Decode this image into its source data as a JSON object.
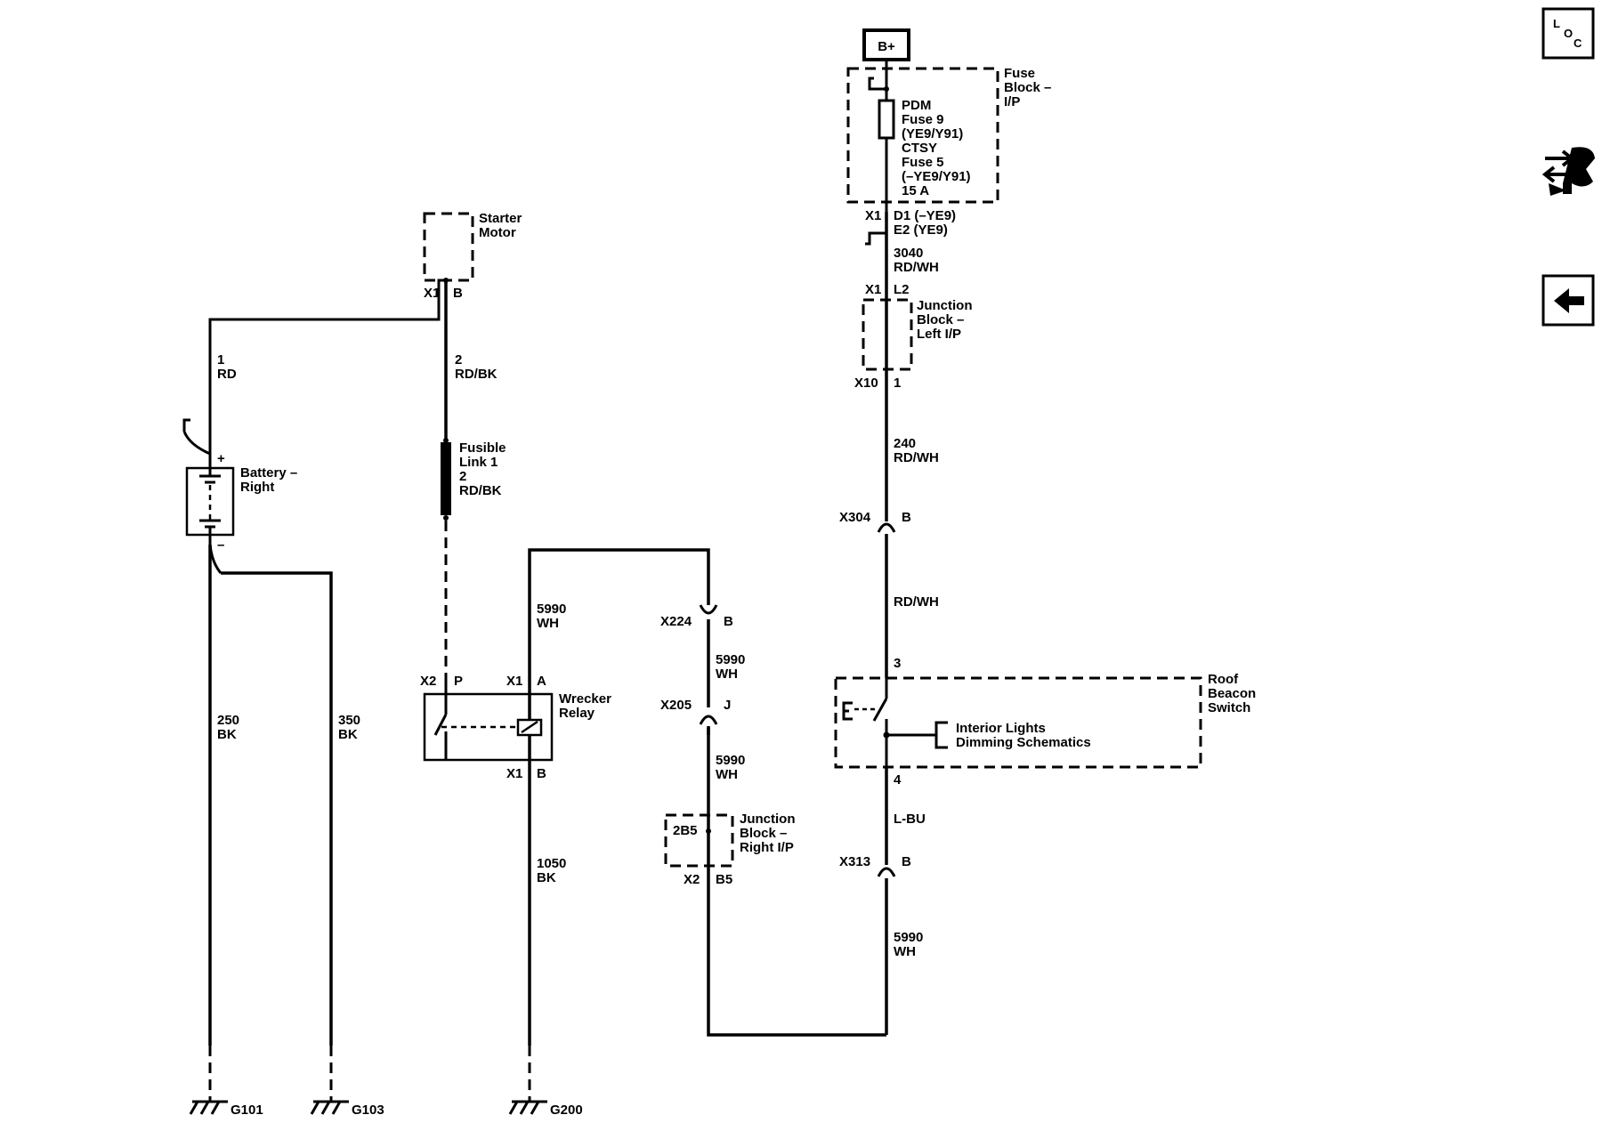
{
  "power_source": {
    "label": "B+"
  },
  "fuse_block": {
    "name": "Fuse Block – I/P",
    "name_lines": [
      "Fuse",
      "Block –",
      "I/P"
    ],
    "fuse_lines": [
      "PDM",
      "Fuse 9",
      "(YE9/Y91)",
      "CTSY",
      "Fuse 5",
      "(–YE9/Y91)",
      "15 A"
    ],
    "connector": "X1",
    "pins": [
      "D1 (–YE9)",
      "E2 (YE9)"
    ]
  },
  "wires": {
    "w3040": {
      "circuit": "3040",
      "color": "RD/WH"
    },
    "w240": {
      "circuit": "240",
      "color": "RD/WH"
    },
    "w_rdwh": {
      "color": "RD/WH"
    },
    "w_lbu": {
      "color": "L-BU"
    },
    "w5990_right": {
      "circuit": "5990",
      "color": "WH"
    },
    "w5990_relay": {
      "circuit": "5990",
      "color": "WH"
    },
    "w5990_x224": {
      "circuit": "5990",
      "color": "WH"
    },
    "w5990_x205": {
      "circuit": "5990",
      "color": "WH"
    },
    "w1050": {
      "circuit": "1050",
      "color": "BK"
    },
    "w1": {
      "circuit": "1",
      "color": "RD"
    },
    "w2": {
      "circuit": "2",
      "color": "RD/BK"
    },
    "w250": {
      "circuit": "250",
      "color": "BK"
    },
    "w350": {
      "circuit": "350",
      "color": "BK"
    }
  },
  "junction_block_left": {
    "name_lines": [
      "Junction",
      "Block –",
      "Left I/P"
    ],
    "top_connector": "X1",
    "top_pin": "L2",
    "bottom_connector": "X10",
    "bottom_pin": "1"
  },
  "inline_connectors": {
    "x304": {
      "id": "X304",
      "pin": "B"
    },
    "x313": {
      "id": "X313",
      "pin": "B"
    },
    "x224": {
      "id": "X224",
      "pin": "B"
    },
    "x205": {
      "id": "X205",
      "pin": "J"
    }
  },
  "roof_beacon_switch": {
    "name_lines": [
      "Roof",
      "Beacon",
      "Switch"
    ],
    "pin_top": "3",
    "pin_bottom": "4",
    "reference_lines": [
      "Interior Lights",
      "Dimming Schematics"
    ]
  },
  "starter_motor": {
    "name_lines": [
      "Starter",
      "Motor"
    ],
    "connector": "X1",
    "pin": "B"
  },
  "fusible_link": {
    "name_lines": [
      "Fusible",
      "Link 1",
      "2",
      "RD/BK"
    ]
  },
  "battery": {
    "name_lines": [
      "Battery –",
      "Right"
    ],
    "pos": "+",
    "neg": "–"
  },
  "wrecker_relay": {
    "name_lines": [
      "Wrecker",
      "Relay"
    ],
    "x2": "X2",
    "x2_pin": "P",
    "x1": "X1",
    "x1_pin_a": "A",
    "x1_bottom": "X1",
    "x1_pin_b": "B"
  },
  "junction_block_right": {
    "name_lines": [
      "Junction",
      "Block –",
      "Right I/P"
    ],
    "inner_label": "2B5",
    "connector": "X2",
    "pin": "B5"
  },
  "grounds": [
    "G101",
    "G103",
    "G200"
  ],
  "nav": {
    "loc": {
      "l": "L",
      "o": "O",
      "c": "C"
    },
    "icons": [
      "loc-icon",
      "connector-view-icon",
      "back-arrow-icon"
    ]
  }
}
